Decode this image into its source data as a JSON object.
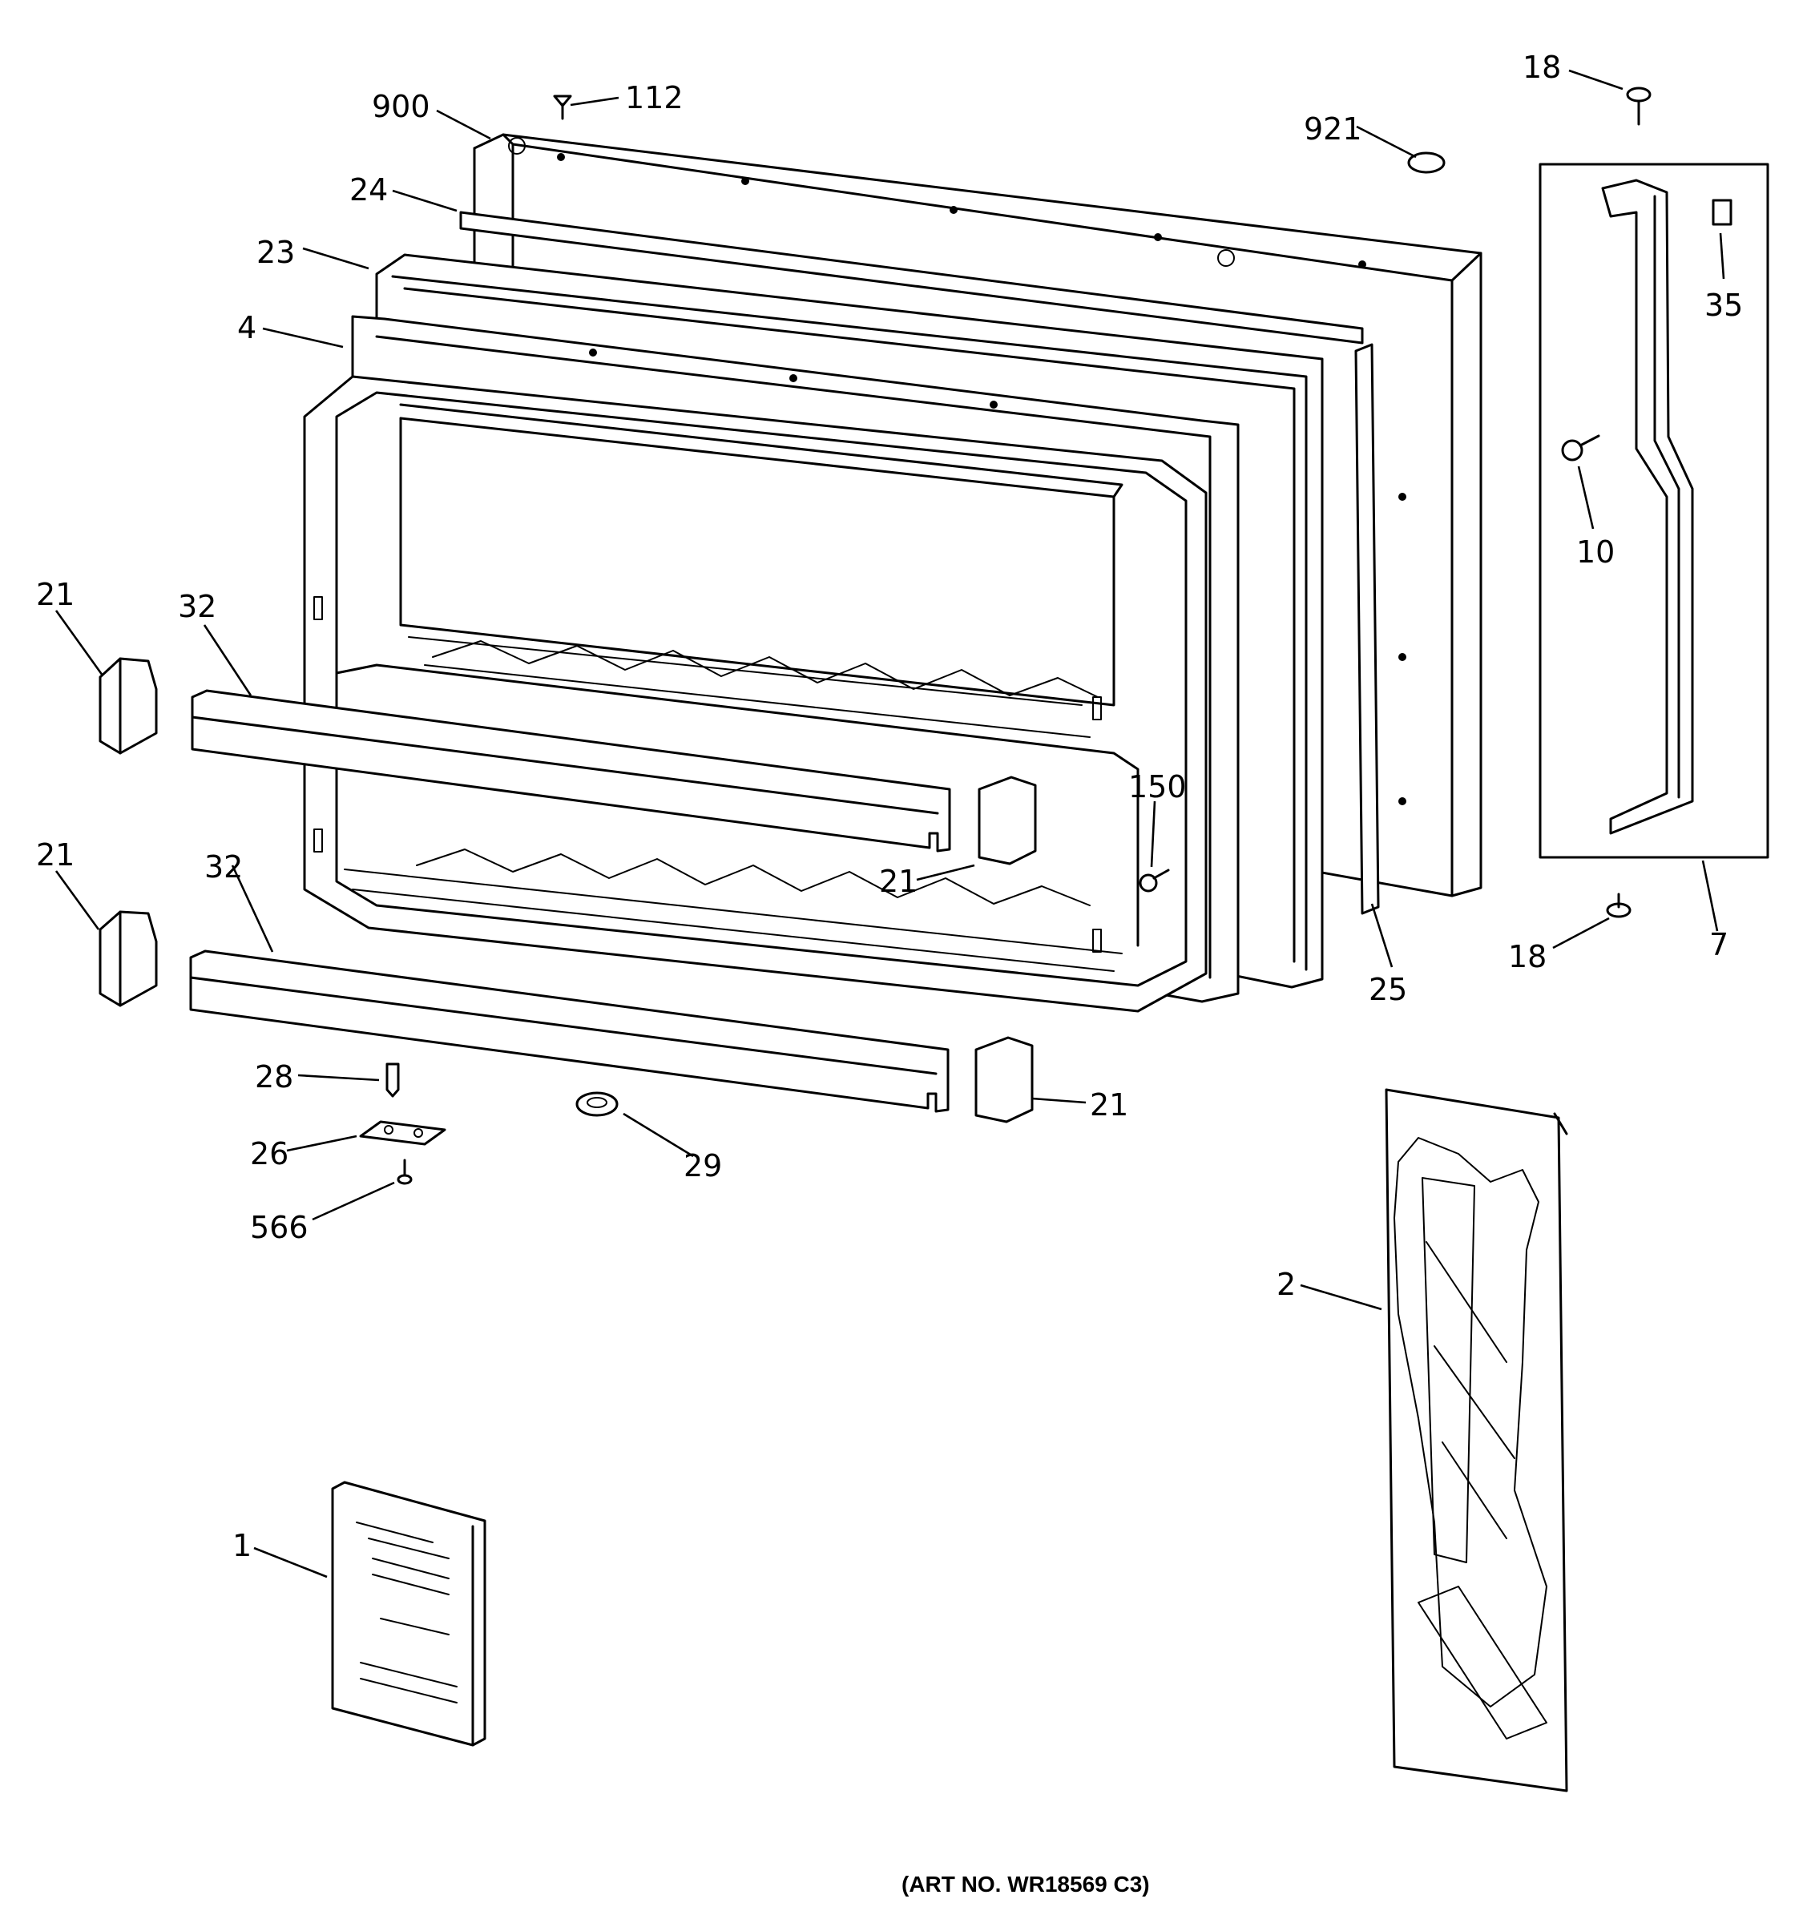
{
  "diagram": {
    "callouts": [
      "900",
      "112",
      "921",
      "18",
      "24",
      "23",
      "4",
      "35",
      "10",
      "21",
      "32",
      "150",
      "21",
      "21",
      "32",
      "28",
      "26",
      "566",
      "29",
      "21",
      "18",
      "7",
      "25",
      "2",
      "1"
    ],
    "art_number": "(ART NO. WR18569 C3)"
  }
}
